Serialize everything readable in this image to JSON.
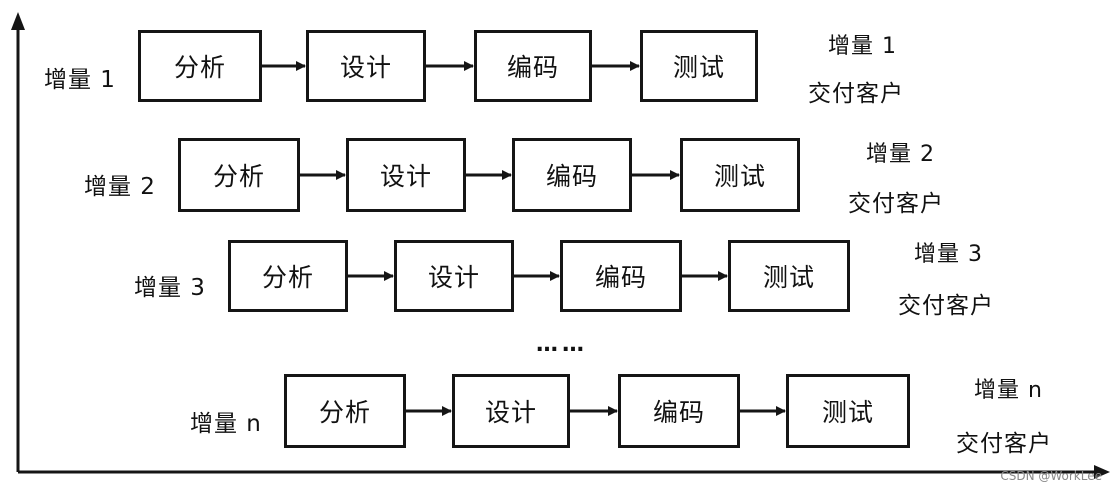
{
  "stages": [
    "分析",
    "设计",
    "编码",
    "测试"
  ],
  "increments": [
    {
      "label": "增量 1",
      "right_label": "增量 1",
      "deliver": "交付客户"
    },
    {
      "label": "增量 2",
      "right_label": "增量 2",
      "deliver": "交付客户"
    },
    {
      "label": "增量 3",
      "right_label": "增量 3",
      "deliver": "交付客户"
    },
    {
      "label": "增量 n",
      "right_label": "增量 n",
      "deliver": "交付客户"
    }
  ],
  "ellipsis": "……",
  "watermark": "CSDN @WorkLee"
}
